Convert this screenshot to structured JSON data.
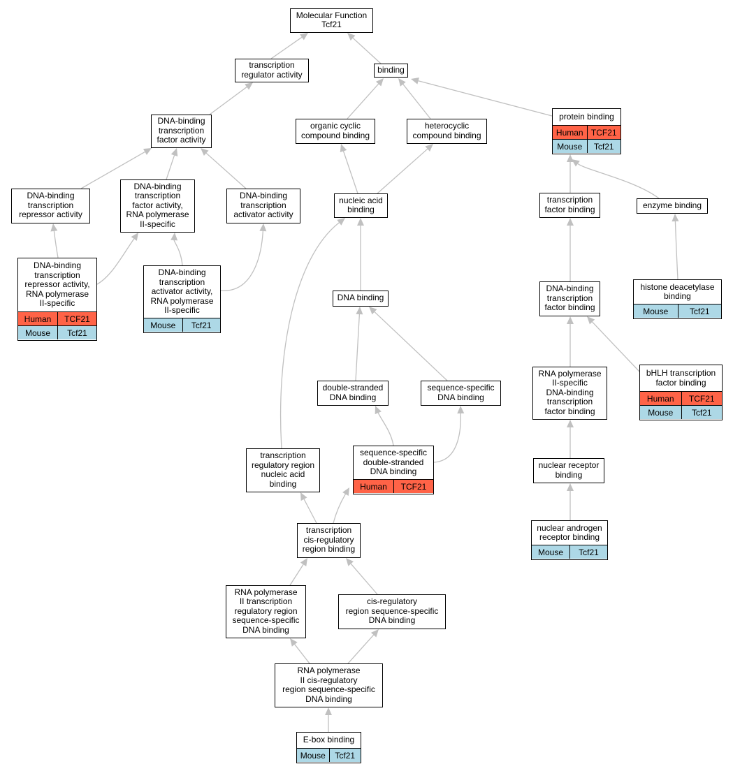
{
  "colors": {
    "human": "#ff6347",
    "mouse": "#add8e6",
    "edge": "#c0c0c0"
  },
  "nodes": [
    {
      "id": "mf",
      "label": "Molecular Function\nTcf21",
      "rows": []
    },
    {
      "id": "tra",
      "label": "transcription\nregulator activity",
      "rows": []
    },
    {
      "id": "binding",
      "label": "binding",
      "rows": []
    },
    {
      "id": "dbtfa",
      "label": "DNA-binding\ntranscription\nfactor activity",
      "rows": []
    },
    {
      "id": "occb",
      "label": "organic cyclic\ncompound binding",
      "rows": []
    },
    {
      "id": "hcb",
      "label": "heterocyclic\ncompound binding",
      "rows": []
    },
    {
      "id": "pb",
      "label": "protein binding",
      "rows": [
        {
          "org": "Human",
          "gene": "TCF21",
          "kind": "human"
        },
        {
          "org": "Mouse",
          "gene": "Tcf21",
          "kind": "mouse"
        }
      ]
    },
    {
      "id": "dbtra",
      "label": "DNA-binding\ntranscription\nrepressor activity",
      "rows": []
    },
    {
      "id": "dbtfa2",
      "label": "DNA-binding\ntranscription\nfactor activity,\nRNA polymerase\nII-specific",
      "rows": []
    },
    {
      "id": "dbtaa",
      "label": "DNA-binding\ntranscription\nactivator activity",
      "rows": []
    },
    {
      "id": "nab",
      "label": "nucleic acid\nbinding",
      "rows": []
    },
    {
      "id": "tfb",
      "label": "transcription\nfactor binding",
      "rows": []
    },
    {
      "id": "eb",
      "label": "enzyme binding",
      "rows": []
    },
    {
      "id": "dbtra2",
      "label": "DNA-binding\ntranscription\nrepressor activity,\nRNA polymerase\nII-specific",
      "rows": [
        {
          "org": "Human",
          "gene": "TCF21",
          "kind": "human"
        },
        {
          "org": "Mouse",
          "gene": "Tcf21",
          "kind": "mouse"
        }
      ]
    },
    {
      "id": "dbtaa2",
      "label": "DNA-binding\ntranscription\nactivator activity,\nRNA polymerase\nII-specific",
      "rows": [
        {
          "org": "Mouse",
          "gene": "Tcf21",
          "kind": "mouse"
        }
      ]
    },
    {
      "id": "db",
      "label": "DNA binding",
      "rows": []
    },
    {
      "id": "dbtfb",
      "label": "DNA-binding\ntranscription\nfactor binding",
      "rows": []
    },
    {
      "id": "hdb",
      "label": "histone deacetylase\nbinding",
      "rows": [
        {
          "org": "Mouse",
          "gene": "Tcf21",
          "kind": "mouse"
        }
      ]
    },
    {
      "id": "dsdb",
      "label": "double-stranded\nDNA binding",
      "rows": []
    },
    {
      "id": "ssdb",
      "label": "sequence-specific\nDNA binding",
      "rows": []
    },
    {
      "id": "rnap",
      "label": "RNA polymerase\nII-specific\nDNA-binding\ntranscription\nfactor binding",
      "rows": []
    },
    {
      "id": "bhlh",
      "label": "bHLH transcription\nfactor binding",
      "rows": [
        {
          "org": "Human",
          "gene": "TCF21",
          "kind": "human"
        },
        {
          "org": "Mouse",
          "gene": "Tcf21",
          "kind": "mouse"
        }
      ]
    },
    {
      "id": "trrnab",
      "label": "transcription\nregulatory region\nnucleic acid\nbinding",
      "rows": []
    },
    {
      "id": "ssdsdb",
      "label": "sequence-specific\ndouble-stranded\nDNA binding",
      "rows": [
        {
          "org": "Human",
          "gene": "TCF21",
          "kind": "human"
        }
      ]
    },
    {
      "id": "nrb",
      "label": "nuclear receptor\nbinding",
      "rows": []
    },
    {
      "id": "tcrrb",
      "label": "transcription\ncis-regulatory\nregion binding",
      "rows": []
    },
    {
      "id": "narb",
      "label": "nuclear androgen\nreceptor binding",
      "rows": [
        {
          "org": "Mouse",
          "gene": "Tcf21",
          "kind": "mouse"
        }
      ]
    },
    {
      "id": "rnapiitr",
      "label": "RNA polymerase\nII transcription\nregulatory region\nsequence-specific\nDNA binding",
      "rows": []
    },
    {
      "id": "crrssdb",
      "label": "cis-regulatory\nregion sequence-specific\nDNA binding",
      "rows": []
    },
    {
      "id": "rnapiicr",
      "label": "RNA polymerase\nII cis-regulatory\nregion sequence-specific\nDNA binding",
      "rows": []
    },
    {
      "id": "ebox",
      "label": "E-box binding",
      "rows": [
        {
          "org": "Mouse",
          "gene": "Tcf21",
          "kind": "mouse"
        }
      ]
    }
  ],
  "edges": [
    {
      "from": "tra",
      "to": "mf"
    },
    {
      "from": "binding",
      "to": "mf"
    },
    {
      "from": "dbtfa",
      "to": "tra"
    },
    {
      "from": "occb",
      "to": "binding"
    },
    {
      "from": "hcb",
      "to": "binding"
    },
    {
      "from": "pb",
      "to": "binding"
    },
    {
      "from": "dbtra",
      "to": "dbtfa"
    },
    {
      "from": "dbtfa2",
      "to": "dbtfa"
    },
    {
      "from": "dbtaa",
      "to": "dbtfa"
    },
    {
      "from": "nab",
      "to": "occb"
    },
    {
      "from": "nab",
      "to": "hcb"
    },
    {
      "from": "tfb",
      "to": "pb"
    },
    {
      "from": "eb",
      "to": "pb"
    },
    {
      "from": "dbtra2",
      "to": "dbtra"
    },
    {
      "from": "dbtra2",
      "to": "dbtfa2"
    },
    {
      "from": "dbtaa2",
      "to": "dbtfa2"
    },
    {
      "from": "dbtaa2",
      "to": "dbtaa"
    },
    {
      "from": "db",
      "to": "nab"
    },
    {
      "from": "trrnab",
      "to": "nab"
    },
    {
      "from": "dbtfb",
      "to": "tfb"
    },
    {
      "from": "hdb",
      "to": "eb"
    },
    {
      "from": "dsdb",
      "to": "db"
    },
    {
      "from": "ssdb",
      "to": "db"
    },
    {
      "from": "rnap",
      "to": "dbtfb"
    },
    {
      "from": "bhlh",
      "to": "dbtfb"
    },
    {
      "from": "ssdsdb",
      "to": "dsdb"
    },
    {
      "from": "ssdsdb",
      "to": "ssdb"
    },
    {
      "from": "nrb",
      "to": "rnap"
    },
    {
      "from": "narb",
      "to": "nrb"
    },
    {
      "from": "tcrrb",
      "to": "trrnab"
    },
    {
      "from": "tcrrb",
      "to": "ssdsdb"
    },
    {
      "from": "rnapiitr",
      "to": "tcrrb"
    },
    {
      "from": "crrssdb",
      "to": "tcrrb"
    },
    {
      "from": "rnapiicr",
      "to": "rnapiitr"
    },
    {
      "from": "rnapiicr",
      "to": "crrssdb"
    },
    {
      "from": "ebox",
      "to": "rnapiicr"
    }
  ]
}
